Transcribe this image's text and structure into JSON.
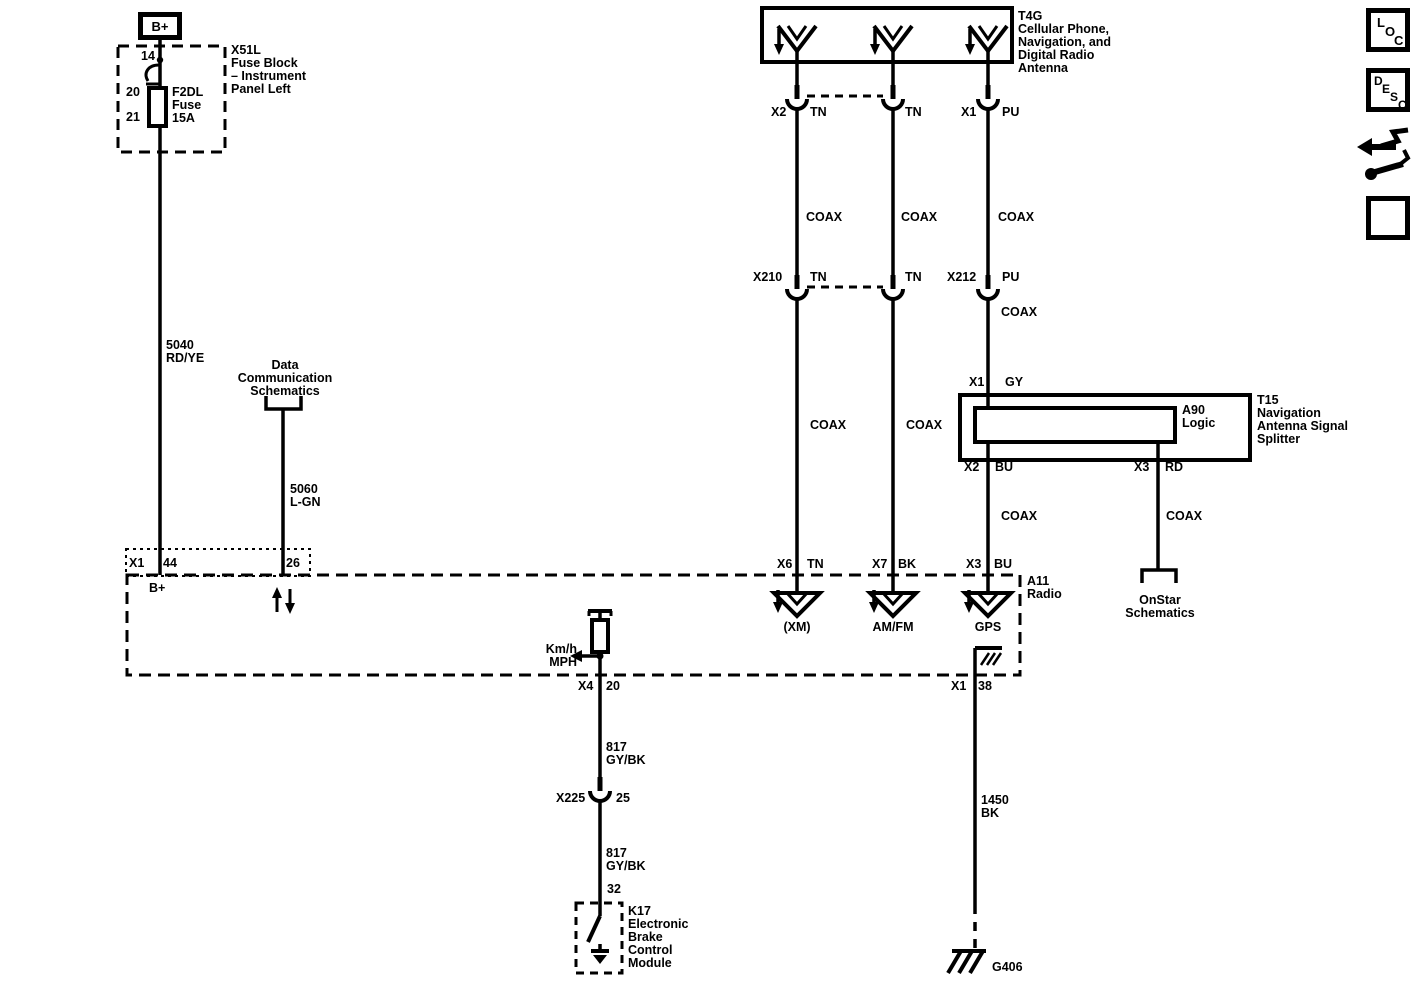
{
  "page": {
    "background": "#ffffff",
    "ink": "#000000"
  },
  "components": {
    "battery_feed": "B+",
    "fuse_block": {
      "id": "X51L\nFuse Block\n– Instrument\nPanel Left",
      "fuse": "F2DL\nFuse\n15A",
      "pin_top": "14",
      "pin_20": "20",
      "pin_21": "21"
    },
    "antenna_module": {
      "id": "T4G\nCellular Phone,\nNavigation, and\nDigital Radio\nAntenna"
    },
    "splitter": {
      "id": "T15\nNavigation\nAntenna Signal\nSplitter",
      "logic": "A90\nLogic"
    },
    "radio": {
      "id": "A11\nRadio",
      "b_plus": "B+",
      "xm": "(XM)",
      "amfm": "AM/FM",
      "gps": "GPS",
      "speed": "Km/h\nMPH"
    },
    "ebcm": {
      "id": "K17\nElectronic\nBrake\nControl\nModule"
    },
    "ground": {
      "id": "G406"
    },
    "ref_data_comm": "Data\nCommunication\nSchematics",
    "ref_onstar": "OnStar\nSchematics"
  },
  "wires": {
    "w5040": "5040\nRD/YE",
    "w5060": "5060\nL-GN",
    "w817_upper": "817\nGY/BK",
    "w817_lower": "817\nGY/BK",
    "w1450": "1450\nBK"
  },
  "connectors": {
    "antenna_row": {
      "x2": "X2",
      "tn_left": "TN",
      "tn_mid": "TN",
      "x1": "X1",
      "pu": "PU"
    },
    "inline_row": {
      "x210": "X210",
      "tn_left": "TN",
      "tn_mid": "TN",
      "x212": "X212",
      "pu": "PU"
    },
    "splitter_top": {
      "x1": "X1",
      "gy": "GY"
    },
    "splitter_bottom": {
      "x2": "X2",
      "bu": "BU",
      "x3": "X3",
      "rd": "RD"
    },
    "radio_top": {
      "x6": "X6",
      "tn": "TN",
      "x7": "X7",
      "bk": "BK",
      "x3": "X3",
      "bu": "BU"
    },
    "radio_power": {
      "x1": "X1",
      "pin44": "44",
      "pin26": "26"
    },
    "radio_bottom": {
      "x4": "X4",
      "pin20": "20",
      "x1": "X1",
      "pin38": "38"
    },
    "x225": {
      "id": "X225",
      "pin": "25"
    },
    "ebcm_pin": "32"
  },
  "labels": {
    "coax": "COAX"
  },
  "sidebar": {
    "loc_letters": [
      "L",
      "O",
      "C"
    ],
    "desc_letters": [
      "D",
      "E",
      "S",
      "C"
    ]
  }
}
